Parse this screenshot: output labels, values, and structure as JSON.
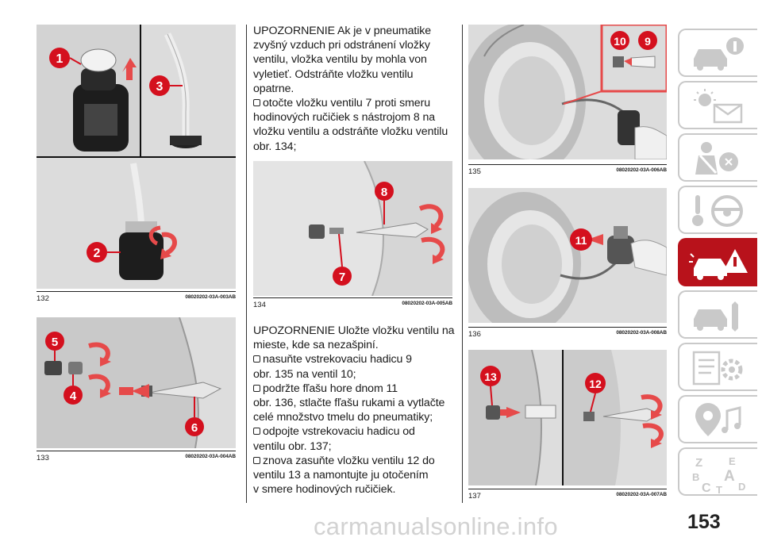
{
  "figures": {
    "f132": {
      "num": "132",
      "code": "08020202-03A-003AB",
      "labels": [
        "1",
        "3",
        "2"
      ]
    },
    "f133": {
      "num": "133",
      "code": "08020202-03A-004AB",
      "labels": [
        "5",
        "4",
        "6"
      ]
    },
    "f134": {
      "num": "134",
      "code": "08020202-03A-005AB",
      "labels": [
        "8",
        "7"
      ]
    },
    "f135": {
      "num": "135",
      "code": "08020202-03A-006AB",
      "labels": [
        "10",
        "9"
      ]
    },
    "f136": {
      "num": "136",
      "code": "08020202-03A-008AB",
      "labels": [
        "11"
      ]
    },
    "f137": {
      "num": "137",
      "code": "08020202-03A-007AB",
      "labels": [
        "13",
        "12"
      ]
    }
  },
  "text_top": {
    "lines": [
      "UPOZORNENIE Ak je v pneumatike",
      "zvyšný vzduch pri odstránení vložky",
      "ventilu, vložka ventilu by mohla von",
      "vyletieť. Odstráňte vložku ventilu",
      "opatrne."
    ],
    "bullet_lines": [
      "otočte vložku ventilu 7 proti smeru",
      "hodinových ručičiek s nástrojom 8 na",
      "vložku ventilu a odstráňte vložku ventilu",
      "obr. 134;"
    ]
  },
  "text_bottom": {
    "note": [
      "UPOZORNENIE Uložte vložku ventilu na",
      "mieste, kde sa nezašpiní."
    ],
    "b1": [
      "nasuňte vstrekovaciu hadicu 9",
      "obr. 135 na ventil 10;"
    ],
    "b2": [
      "podržte fľašu hore dnom 11",
      "obr. 136, stlačte fľašu rukami a vytlačte",
      "celé množstvo tmelu do pneumatiky;"
    ],
    "b3": [
      "odpojte vstrekovaciu hadicu od",
      "ventilu obr. 137;"
    ],
    "b4": [
      "znova zasuňte vložku ventilu 12 do",
      "ventilu 13 a namontujte ju otočením",
      "v smere hodinových ručičiek."
    ]
  },
  "sidebar_letters": [
    "Z",
    "E",
    "B",
    "A",
    "C",
    "T",
    "D"
  ],
  "page_number": "153",
  "watermark": "carmanualsonline.info",
  "colors": {
    "accent": "#b8121b",
    "badge": "#d4101e",
    "tab_border": "#c9c9c9"
  }
}
